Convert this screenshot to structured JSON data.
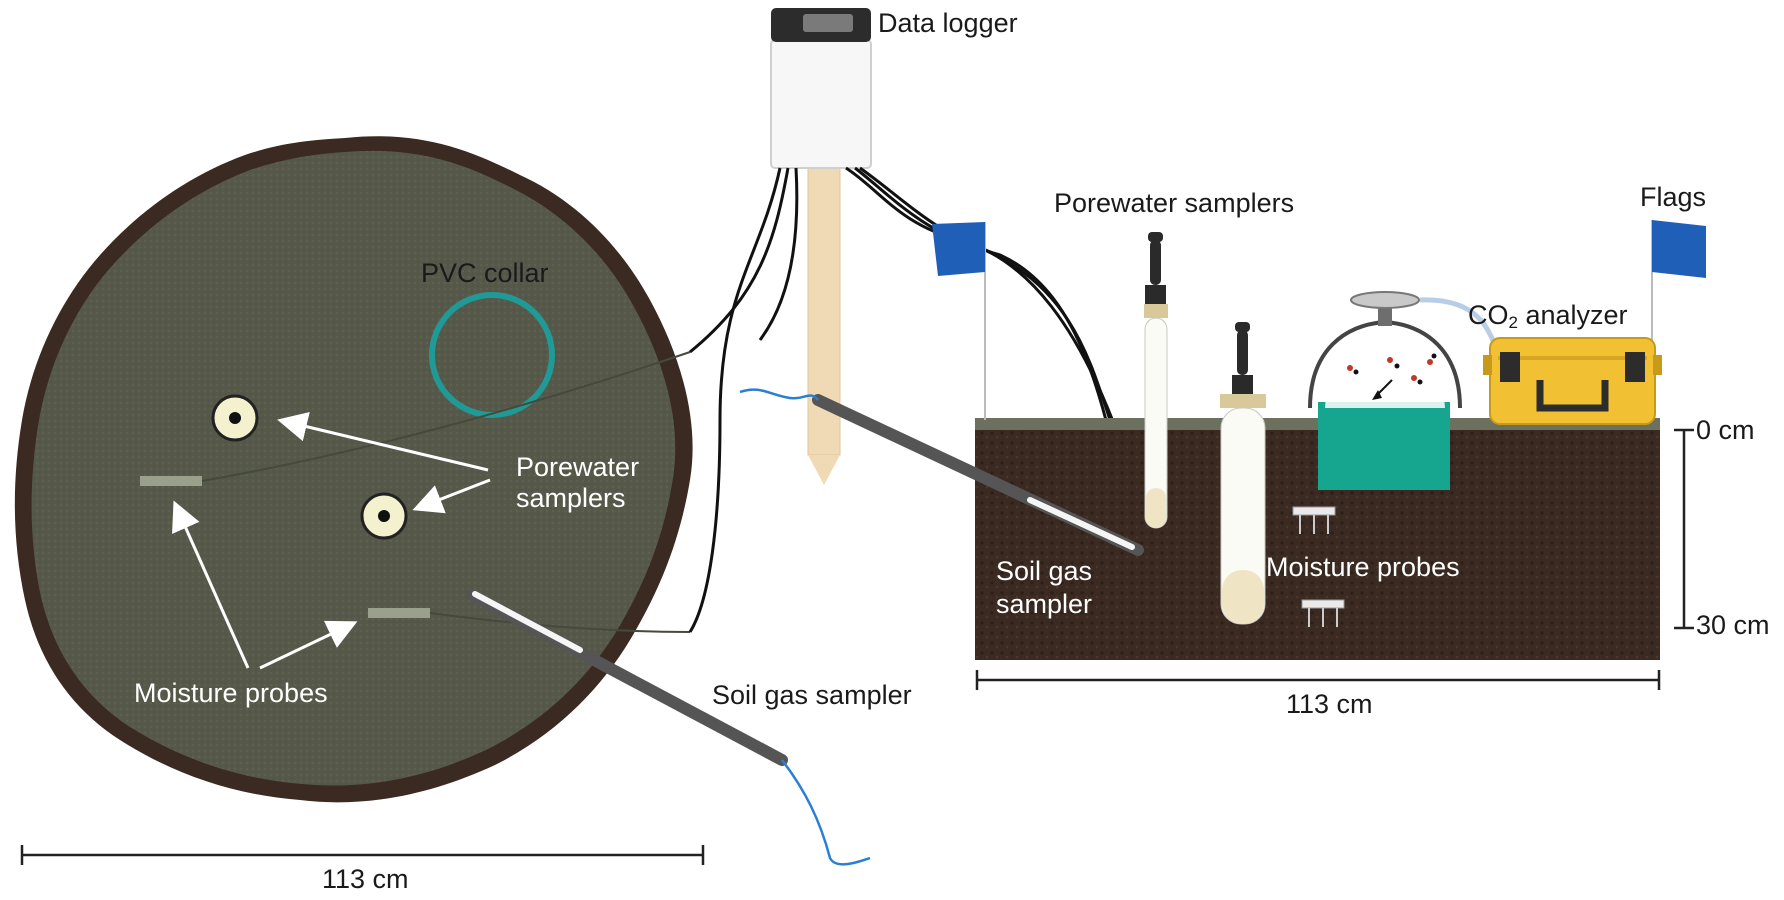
{
  "labels": {
    "data_logger": "Data logger",
    "pvc_collar": "PVC collar",
    "porewater_top_left_line1": "Porewater",
    "porewater_top_left_line2": "samplers",
    "moisture_probes_top": "Moisture probes",
    "soil_gas_sampler_top": "Soil gas sampler",
    "scale_top": "113 cm",
    "porewater_side": "Porewater samplers",
    "flags": "Flags",
    "co2_analyzer_prefix": "CO",
    "co2_analyzer_subscript": "2",
    "co2_analyzer_suffix": " analyzer",
    "depth_0": "0 cm",
    "depth_30": "30 cm",
    "soil_gas_side_line1": "Soil gas",
    "soil_gas_side_line2": "sampler",
    "moisture_probes_side": "Moisture probes",
    "scale_side": "113 cm"
  },
  "colors": {
    "plot_surface": "#56594a",
    "plot_rim": "#3b2a22",
    "soil": "#3a2a22",
    "grass": "#6b715e",
    "collar": "#1f9a96",
    "flag": "#1f5fb8",
    "chamber": "#16a58f",
    "analyzer": "#f2c033",
    "cable_blue": "#2a7fd4",
    "stake": "#f0d9b5"
  }
}
